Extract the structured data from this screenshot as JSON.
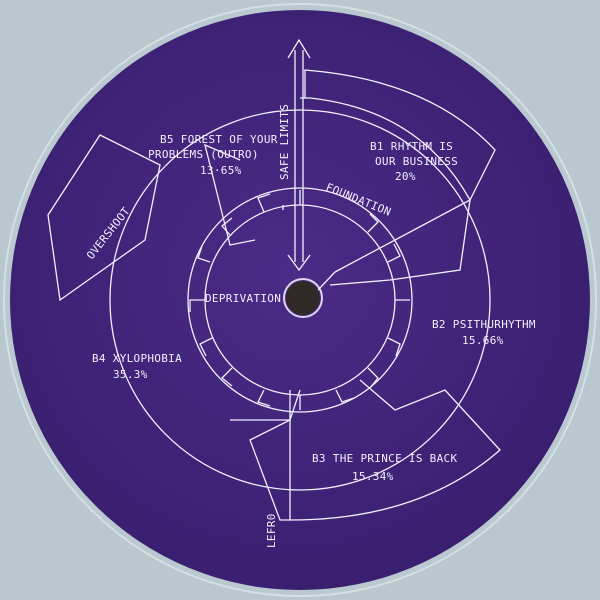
{
  "record_label": {
    "center_text": "",
    "handwritten": {
      "safe_limits": "SAFE LIMITS",
      "foundation": "FOUNDATION",
      "overshoot": "OVERSHOOT",
      "deprivation": "DEPRIVATION",
      "catalog": "LEFR0"
    },
    "tracks": [
      {
        "name_line1": "B5 FOREST OF YOUR",
        "name_line2": "PROBLEMS (OUTRO)",
        "pct": "13·65%"
      },
      {
        "name_line1": "B1 RHYTHM IS",
        "name_line2": "OUR BUSINESS",
        "pct": "20%"
      },
      {
        "name_line1": "B2 PSITHURHYTHM",
        "name_line2": "",
        "pct": "15.66%"
      },
      {
        "name_line1": "B3 THE PRINCE IS BACK",
        "name_line2": "",
        "pct": "15.34%"
      },
      {
        "name_line1": "B4 XYLOPHOBIA",
        "name_line2": "",
        "pct": "35.3%"
      }
    ]
  },
  "colors": {
    "vinyl": "#c9d6dc",
    "label": "#40237a",
    "ink": "#f2f0ff",
    "spindle": "#2f2a25"
  }
}
